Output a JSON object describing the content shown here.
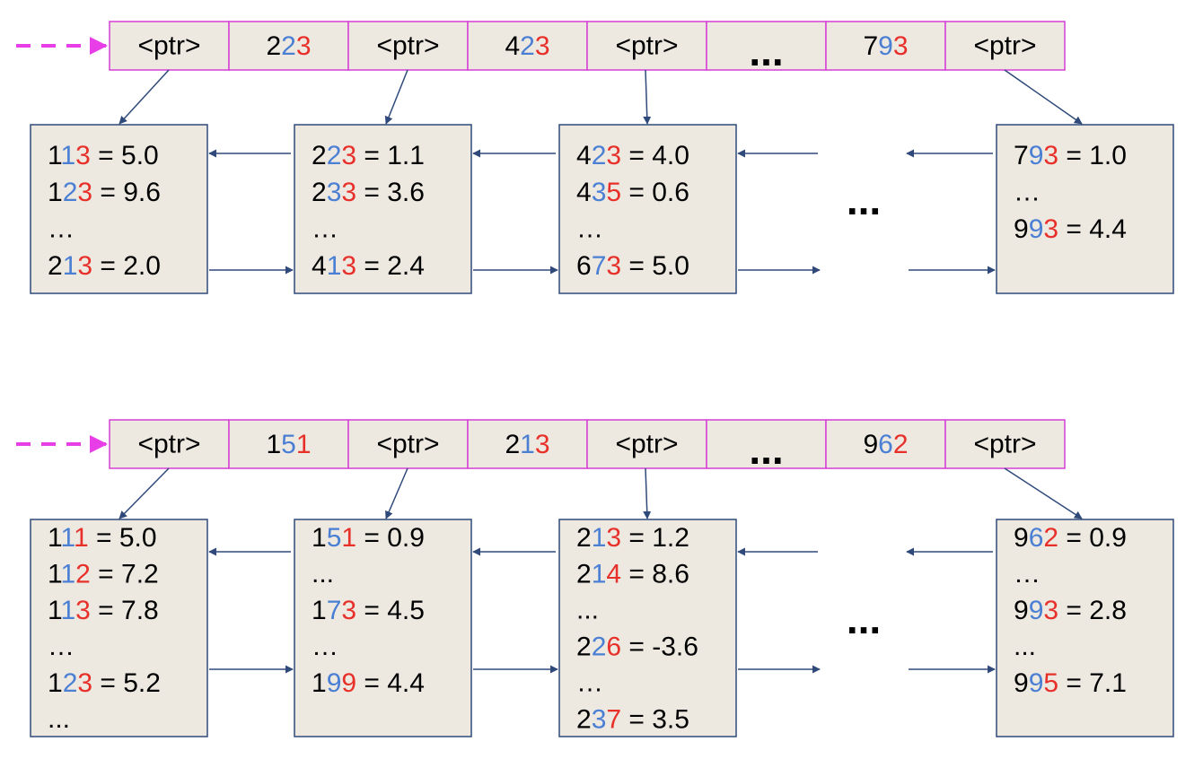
{
  "colors": {
    "index_border": "#d63fd6",
    "index_fill": "#ede9e1",
    "bucket_fill": "#ede9e1",
    "bucket_border": "#2f4a7a",
    "arrow": "#2f4a7a",
    "entry_arrow": "#e83ee8",
    "digit_black": "#000000",
    "digit_blue": "#4a7fd4",
    "digit_red": "#e8302a"
  },
  "diagrams": [
    {
      "index_cells": [
        {
          "kind": "ptr",
          "text": "<ptr>"
        },
        {
          "kind": "key",
          "digits": [
            "2",
            "2",
            "3"
          ]
        },
        {
          "kind": "ptr",
          "text": "<ptr>"
        },
        {
          "kind": "key",
          "digits": [
            "4",
            "2",
            "3"
          ]
        },
        {
          "kind": "ptr",
          "text": "<ptr>"
        },
        {
          "kind": "ellipsis",
          "text": "..."
        },
        {
          "kind": "key",
          "digits": [
            "7",
            "9",
            "3"
          ]
        },
        {
          "kind": "ptr",
          "text": "<ptr>"
        }
      ],
      "ellipsis_between_buckets": "...",
      "buckets": [
        {
          "lines": [
            {
              "digits": [
                "1",
                "1",
                "3"
              ],
              "rest": " = 5.0"
            },
            {
              "digits": [
                "1",
                "2",
                "3"
              ],
              "rest": " = 9.6"
            },
            {
              "plain": "…"
            },
            {
              "digits": [
                "2",
                "1",
                "3"
              ],
              "rest": " = 2.0"
            }
          ]
        },
        {
          "lines": [
            {
              "digits": [
                "2",
                "2",
                "3"
              ],
              "rest": " = 1.1"
            },
            {
              "digits": [
                "2",
                "3",
                "3"
              ],
              "rest": " = 3.6"
            },
            {
              "plain": "…"
            },
            {
              "digits": [
                "4",
                "1",
                "3"
              ],
              "rest": " = 2.4"
            }
          ]
        },
        {
          "lines": [
            {
              "digits": [
                "4",
                "2",
                "3"
              ],
              "rest": " = 4.0"
            },
            {
              "digits": [
                "4",
                "3",
                "5"
              ],
              "rest": " = 0.6"
            },
            {
              "plain": "…"
            },
            {
              "digits": [
                "6",
                "7",
                "3"
              ],
              "rest": " = 5.0"
            }
          ]
        },
        {
          "lines": [
            {
              "digits": [
                "7",
                "9",
                "3"
              ],
              "rest": " = 1.0"
            },
            {
              "plain": "…"
            },
            {
              "digits": [
                "9",
                "9",
                "3"
              ],
              "rest": " = 4.4"
            }
          ]
        }
      ]
    },
    {
      "index_cells": [
        {
          "kind": "ptr",
          "text": "<ptr>"
        },
        {
          "kind": "key",
          "digits": [
            "1",
            "5",
            "1"
          ]
        },
        {
          "kind": "ptr",
          "text": "<ptr>"
        },
        {
          "kind": "key",
          "digits": [
            "2",
            "1",
            "3"
          ]
        },
        {
          "kind": "ptr",
          "text": "<ptr>"
        },
        {
          "kind": "ellipsis",
          "text": "..."
        },
        {
          "kind": "key",
          "digits": [
            "9",
            "6",
            "2"
          ]
        },
        {
          "kind": "ptr",
          "text": "<ptr>"
        }
      ],
      "ellipsis_between_buckets": "...",
      "buckets": [
        {
          "lines": [
            {
              "digits": [
                "1",
                "1",
                "1"
              ],
              "rest": " = 5.0"
            },
            {
              "digits": [
                "1",
                "1",
                "2"
              ],
              "rest": " = 7.2"
            },
            {
              "digits": [
                "1",
                "1",
                "3"
              ],
              "rest": " = 7.8"
            },
            {
              "plain": "…"
            },
            {
              "digits": [
                "1",
                "2",
                "3"
              ],
              "rest": " = 5.2"
            },
            {
              "plain": "..."
            }
          ]
        },
        {
          "lines": [
            {
              "digits": [
                "1",
                "5",
                "1"
              ],
              "rest": " = 0.9"
            },
            {
              "plain": "..."
            },
            {
              "digits": [
                "1",
                "7",
                "3"
              ],
              "rest": " = 4.5"
            },
            {
              "plain": "…"
            },
            {
              "digits": [
                "1",
                "9",
                "9"
              ],
              "rest": " = 4.4"
            }
          ]
        },
        {
          "lines": [
            {
              "digits": [
                "2",
                "1",
                "3"
              ],
              "rest": " = 1.2"
            },
            {
              "digits": [
                "2",
                "1",
                "4"
              ],
              "rest": " = 8.6"
            },
            {
              "plain": "..."
            },
            {
              "digits": [
                "2",
                "2",
                "6"
              ],
              "rest": " = -3.6"
            },
            {
              "plain": "…"
            },
            {
              "digits": [
                "2",
                "3",
                "7"
              ],
              "rest": " = 3.5"
            }
          ]
        },
        {
          "lines": [
            {
              "digits": [
                "9",
                "6",
                "2"
              ],
              "rest": " = 0.9"
            },
            {
              "plain": "…"
            },
            {
              "digits": [
                "9",
                "9",
                "3"
              ],
              "rest": " = 2.8"
            },
            {
              "plain": "..."
            },
            {
              "digits": [
                "9",
                "9",
                "5"
              ],
              "rest": " = 7.1"
            }
          ]
        }
      ]
    }
  ]
}
